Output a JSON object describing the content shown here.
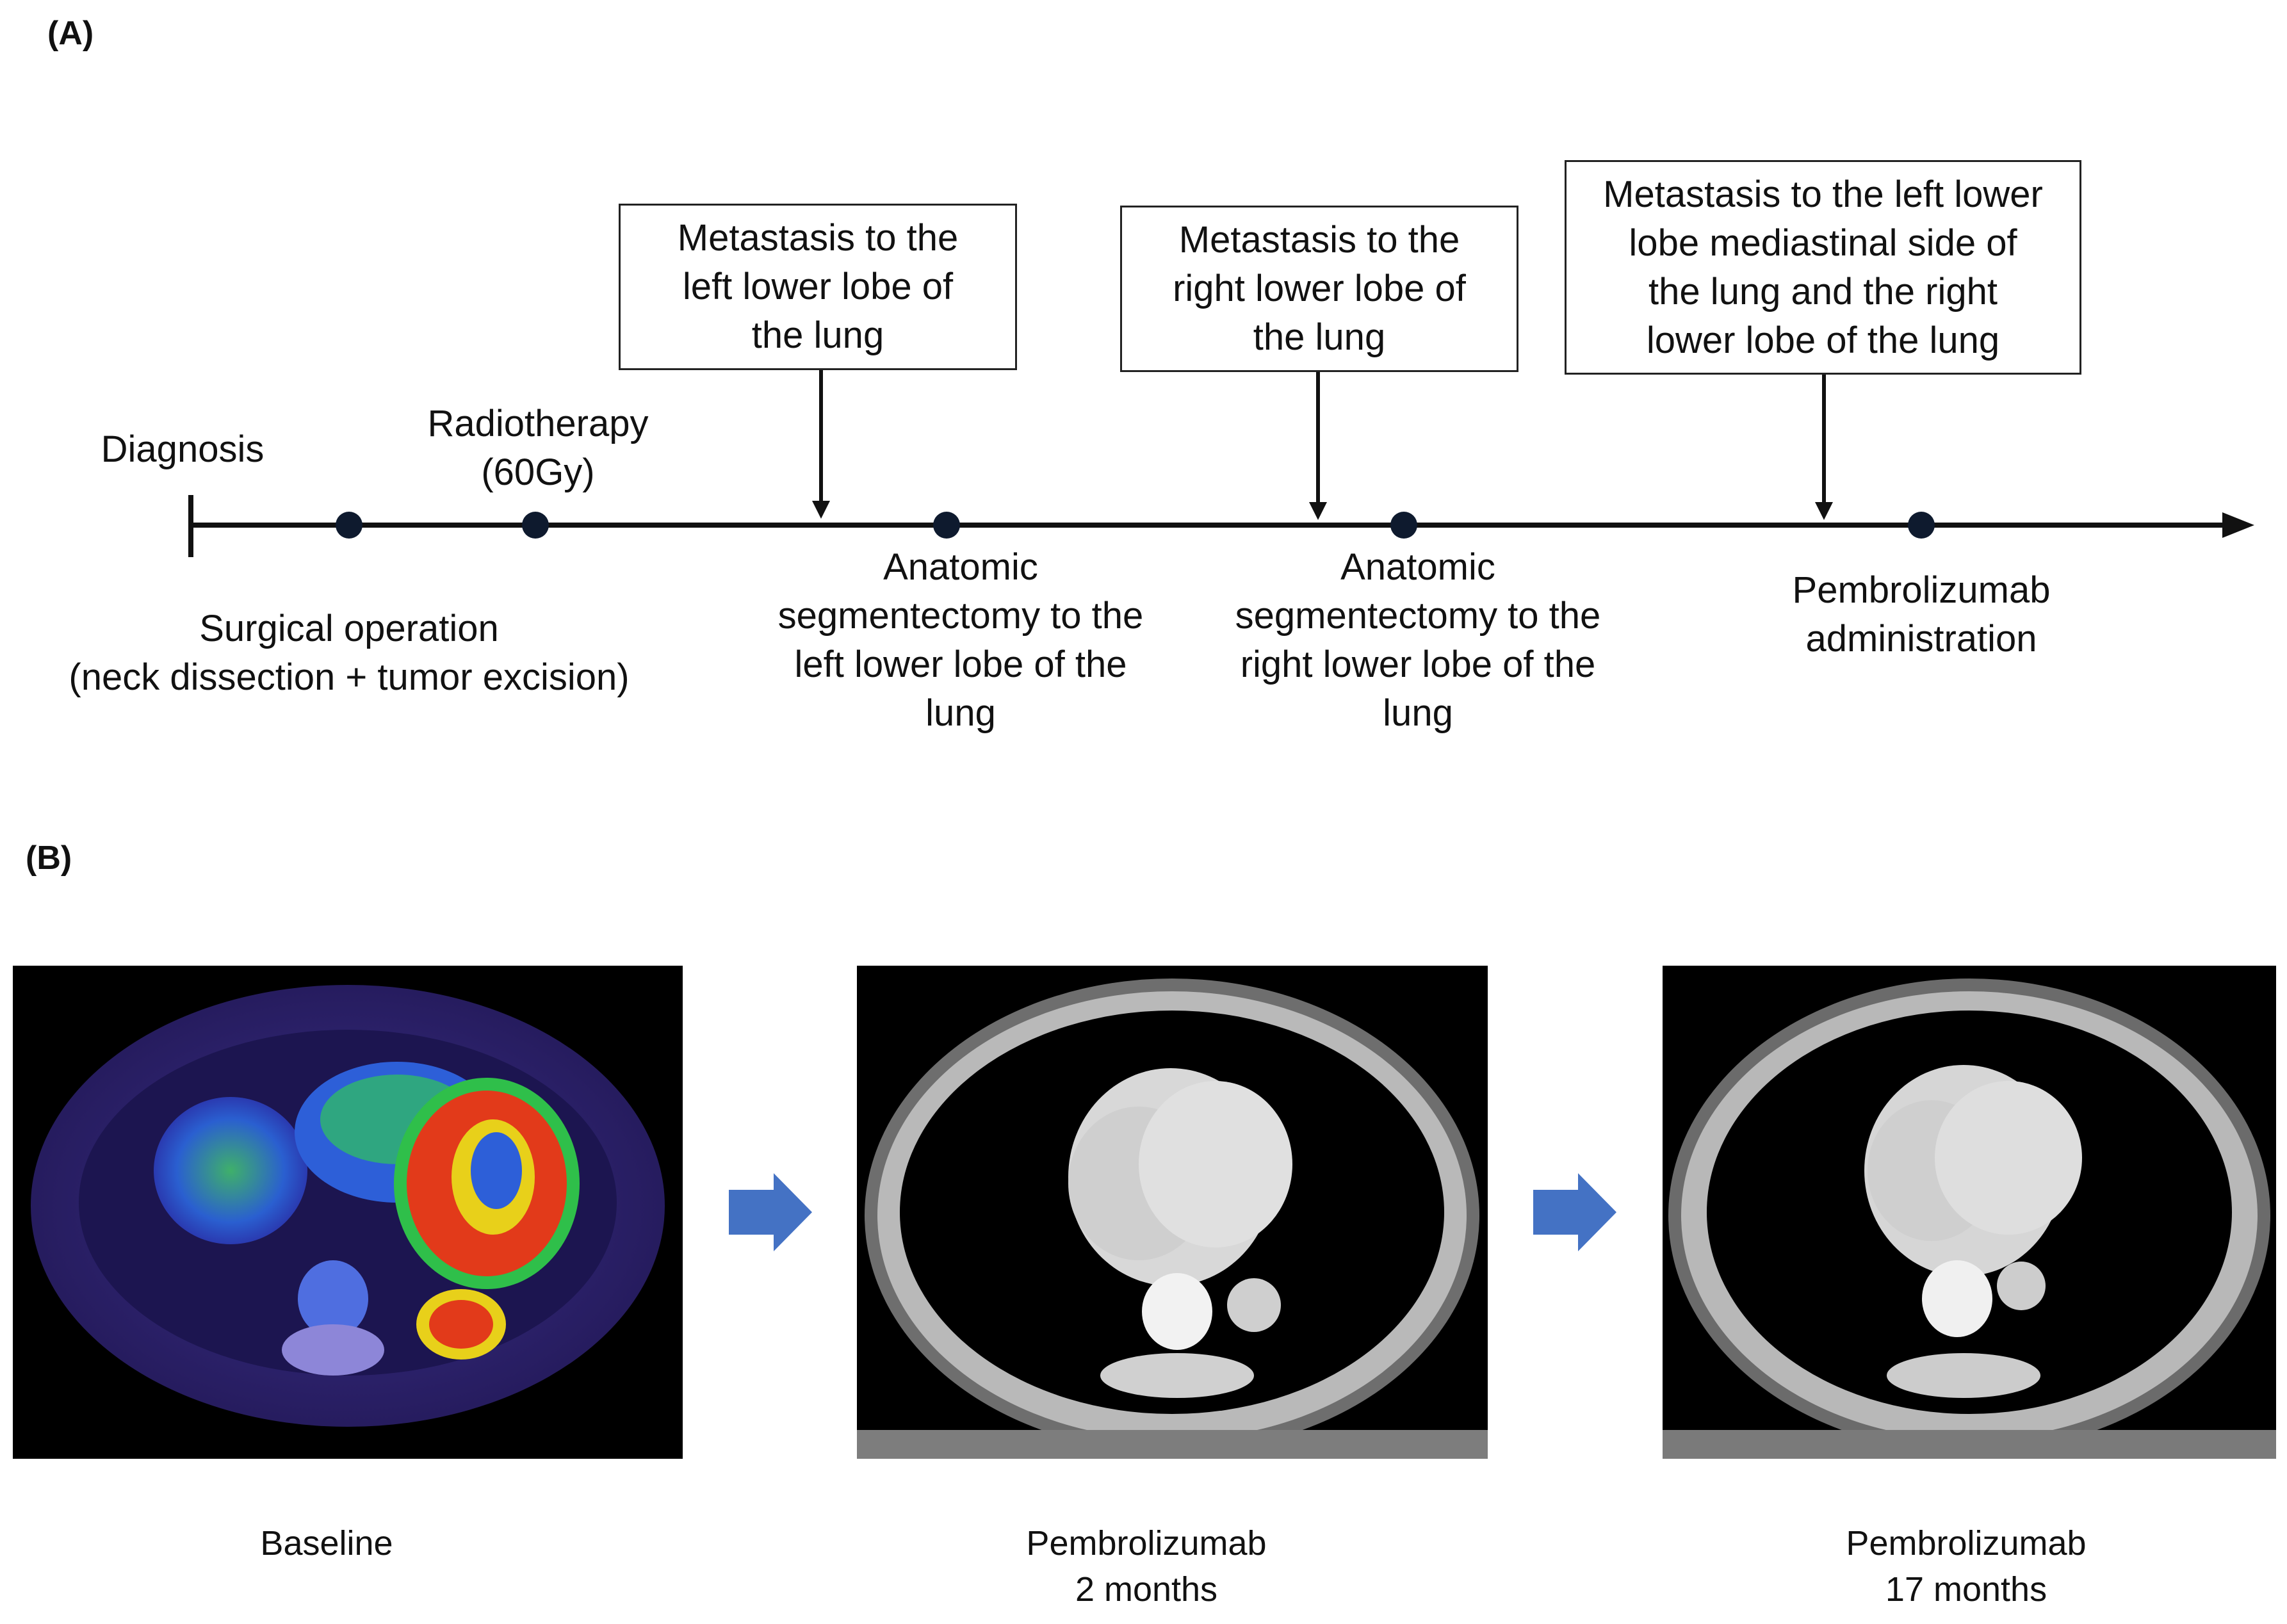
{
  "panel_a_label": "(A)",
  "panel_b_label": "(B)",
  "timeline": {
    "above_labels": {
      "diagnosis": "Diagnosis",
      "radiotherapy": [
        "Radiotherapy",
        "(60Gy)"
      ]
    },
    "below_labels": {
      "surgery": [
        "Surgical operation",
        "(neck dissection + tumor excision)"
      ],
      "segmentectomy_left": [
        "Anatomic",
        "segmentectomy to the",
        "left lower lobe of the",
        "lung"
      ],
      "segmentectomy_right": [
        "Anatomic",
        "segmentectomy to the",
        "right lower lobe of the",
        "lung"
      ],
      "pembrolizumab": [
        "Pembrolizumab",
        "administration"
      ]
    },
    "boxes": {
      "meta_left": [
        "Metastasis to the",
        "left lower lobe of",
        "the lung"
      ],
      "meta_right": [
        "Metastasis to the",
        "right lower lobe of",
        "the lung"
      ],
      "meta_both": [
        "Metastasis to the left lower",
        "lobe mediastinal side of",
        "the lung and the right",
        "lower lobe of the lung"
      ]
    }
  },
  "images": {
    "captions": {
      "baseline": [
        "Baseline"
      ],
      "two_months": [
        "Pembrolizumab",
        "2 months"
      ],
      "seventeen_months": [
        "Pembrolizumab",
        "17 months"
      ]
    },
    "arrow_color": "#4472C4"
  }
}
